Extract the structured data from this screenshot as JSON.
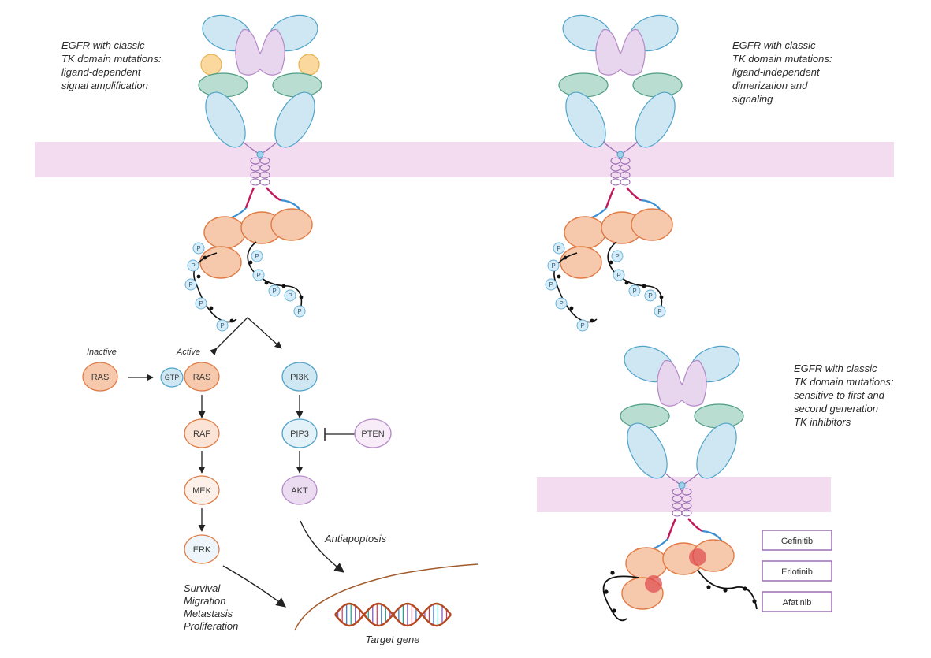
{
  "captions": {
    "left": [
      "EGFR with classic",
      "TK domain mutations:",
      "ligand-dependent",
      "signal amplification"
    ],
    "right_top": [
      "EGFR with classic",
      "TK domain mutations:",
      "ligand-independent",
      "dimerization and",
      "signaling"
    ],
    "right_bottom": [
      "EGFR with classic",
      "TK domain mutations:",
      "sensitive to first and",
      "second generation",
      "TK inhibitors"
    ]
  },
  "states": {
    "inactive": "Inactive",
    "active": "Active"
  },
  "nodes": {
    "ras_inactive": "RAS",
    "gtp": "GTP",
    "ras_active": "RAS",
    "raf": "RAF",
    "mek": "MEK",
    "erk": "ERK",
    "pi3k": "PI3K",
    "pip3": "PIP3",
    "pten": "PTEN",
    "akt": "AKT"
  },
  "phospho_label": "P",
  "outcomes": {
    "antiapoptosis": "Antiapoptosis",
    "erk_effects": [
      "Survival",
      "Migration",
      "Metastasis",
      "Proliferation"
    ]
  },
  "target_gene": "Target gene",
  "drugs": [
    "Gefinitib",
    "Erlotinib",
    "Afatinib"
  ],
  "colors": {
    "membrane": "#f3dcef",
    "domain_blue": "#cfe7f3",
    "domain_blue_stroke": "#4fa3c9",
    "domain_green": "#b9ddd0",
    "domain_purple": "#e8d6ee",
    "ligand_yellow": "#fbd99e",
    "kinase_orange": "#f6c9ad",
    "kinase_stroke": "#e07b45",
    "linker_magenta": "#c2185b",
    "inhibitor_red": "#e0474c",
    "dna_red": "#b5481f",
    "drug_border": "#9b6fb3"
  }
}
